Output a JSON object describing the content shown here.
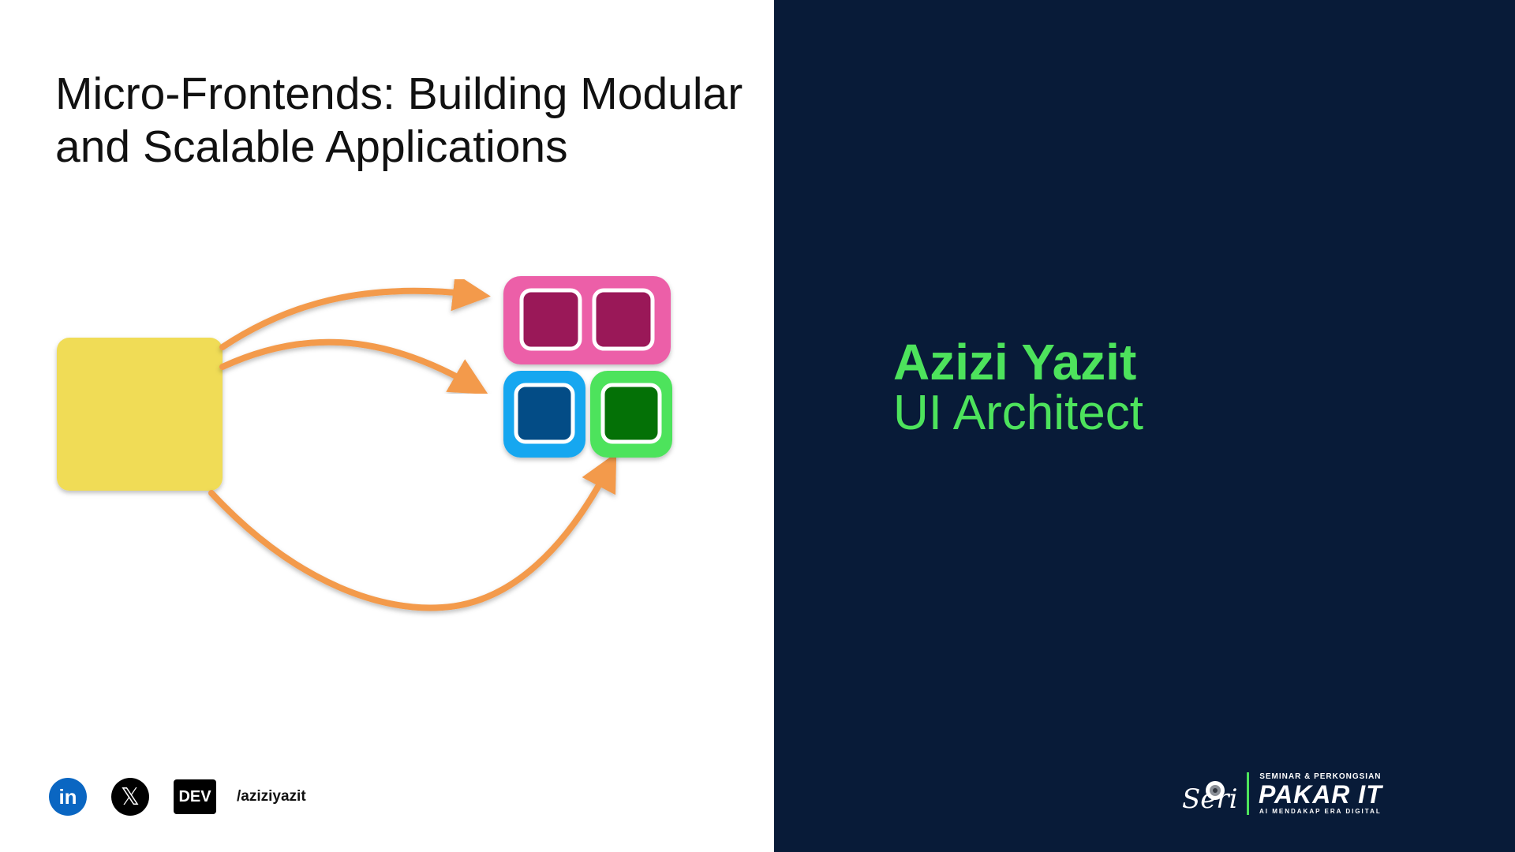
{
  "slide": {
    "title": "Micro-Frontends: Building Modular and Scalable Applications"
  },
  "speaker": {
    "name": "Azizi Yazit",
    "role": "UI Architect"
  },
  "social": {
    "linkedin_label": "in",
    "x_label": "𝕏",
    "dev_label": "DEV",
    "handle": "/aziziyazit"
  },
  "event": {
    "script_mark": "Seri",
    "tagline": "SEMINAR & PERKONGSIAN",
    "name": "PAKAR IT",
    "subtitle": "AI MENDAKAP ERA DIGITAL"
  },
  "colors": {
    "right_panel": "#081b38",
    "accent_green": "#4de35c",
    "monolith_yellow": "#f0dc56",
    "arrow_orange": "#f39a4b",
    "pink_module": "#ec5fa8",
    "pink_inner": "#9a1858",
    "blue_module": "#14a7f0",
    "blue_inner": "#034c86",
    "green_module": "#4de35c",
    "green_inner": "#047106"
  },
  "icons": {
    "linkedin": "linkedin-icon",
    "x": "x-twitter-icon",
    "dev": "dev-to-icon"
  }
}
